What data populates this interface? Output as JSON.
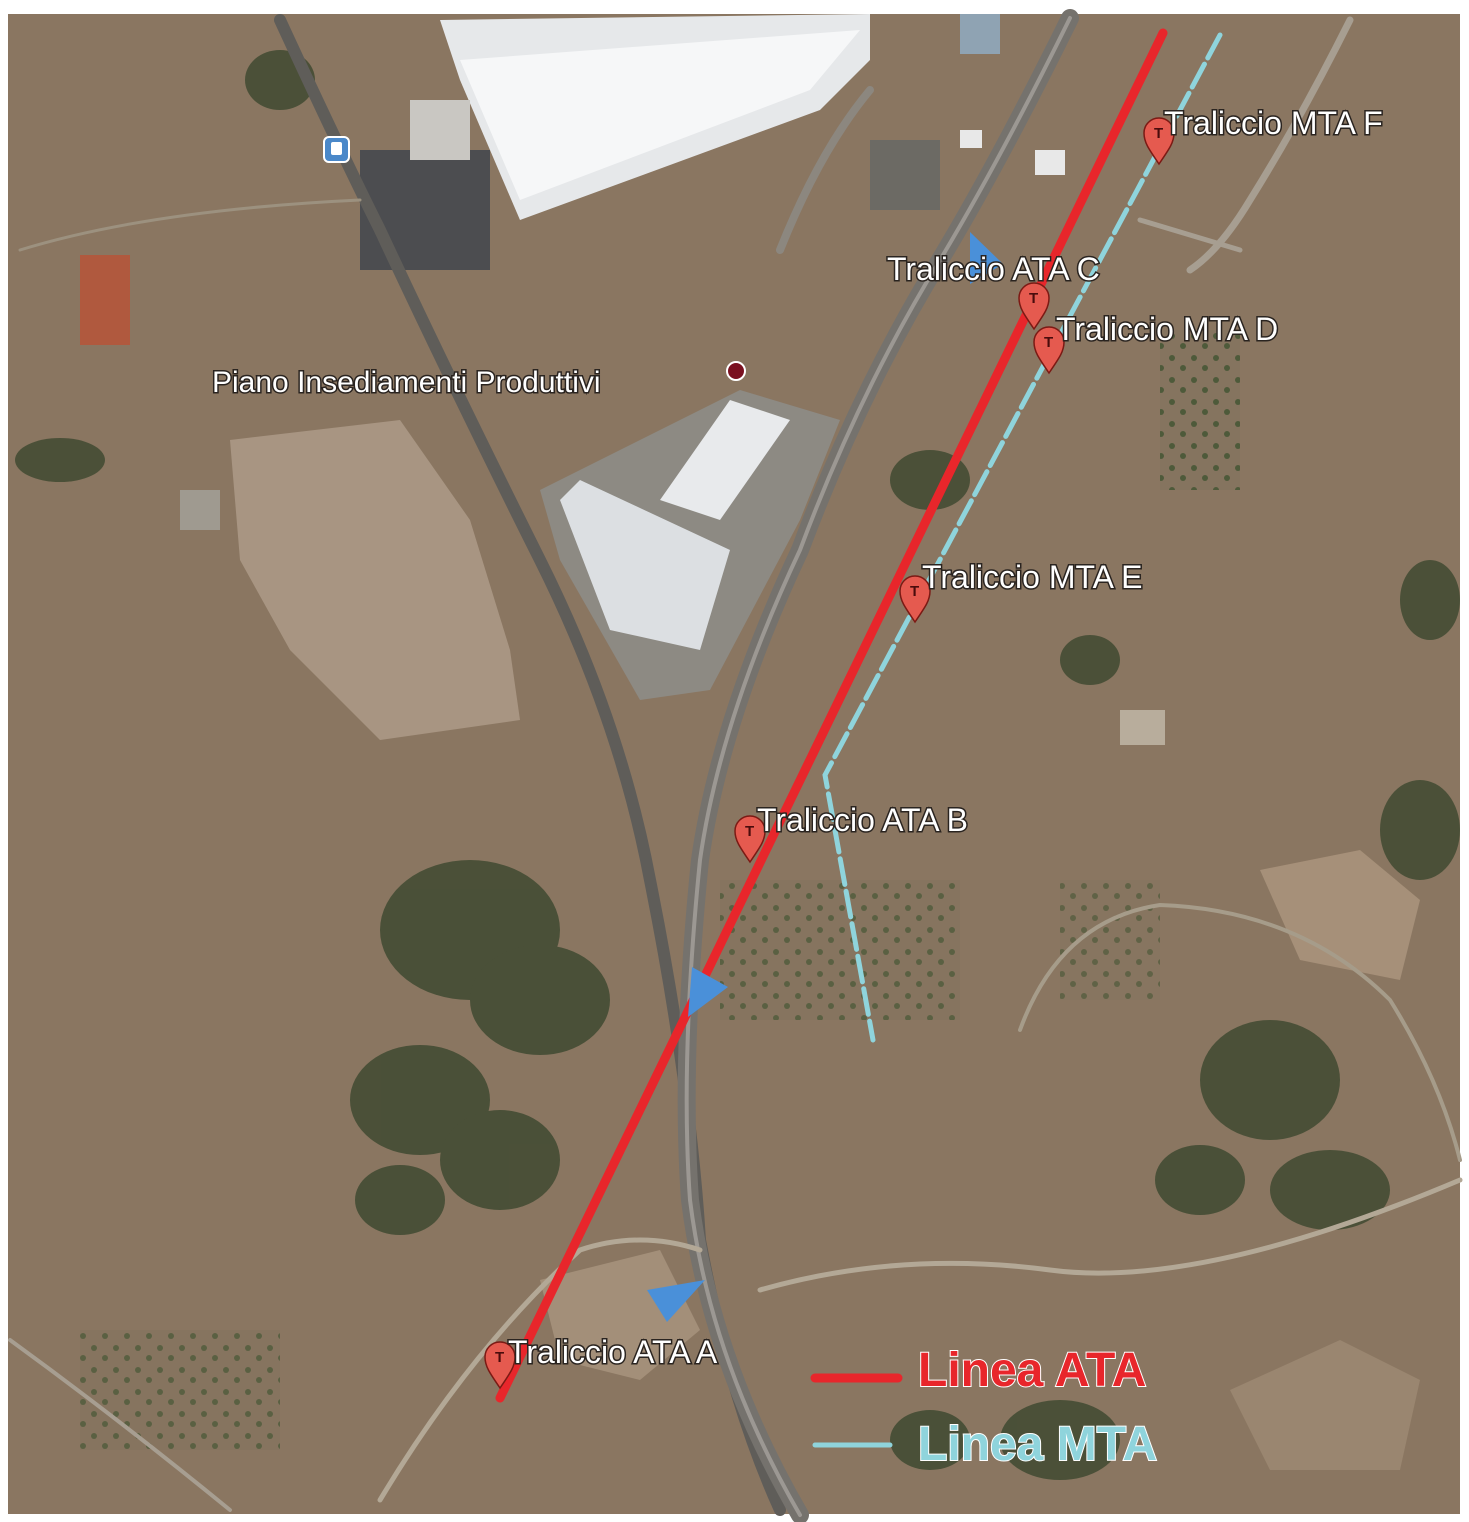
{
  "map": {
    "pins": [
      {
        "id": "ata-a",
        "label": "Traliccio ATA  A",
        "glyph": "T"
      },
      {
        "id": "ata-b",
        "label": "Traliccio ATA  B",
        "glyph": "T"
      },
      {
        "id": "ata-c",
        "label": "Traliccio ATA C",
        "glyph": "T"
      },
      {
        "id": "mta-d",
        "label": "Traliccio MTA  D",
        "glyph": "T"
      },
      {
        "id": "mta-e",
        "label": "Traliccio MTA  E",
        "glyph": "T"
      },
      {
        "id": "mta-f",
        "label": "Traliccio MTA   F",
        "glyph": "T"
      }
    ],
    "poi": {
      "label": "Piano Insediamenti Produttivi"
    },
    "legend": {
      "ata": {
        "label": "Linea ATA",
        "color": "#e8262b"
      },
      "mta": {
        "label": "Linea MTA",
        "color": "#8fd4dc"
      }
    },
    "colors": {
      "terrain": "#8a7661",
      "pin": "#e55a4f",
      "road": "#6f6c68",
      "arrow": "#4a90d9"
    }
  }
}
